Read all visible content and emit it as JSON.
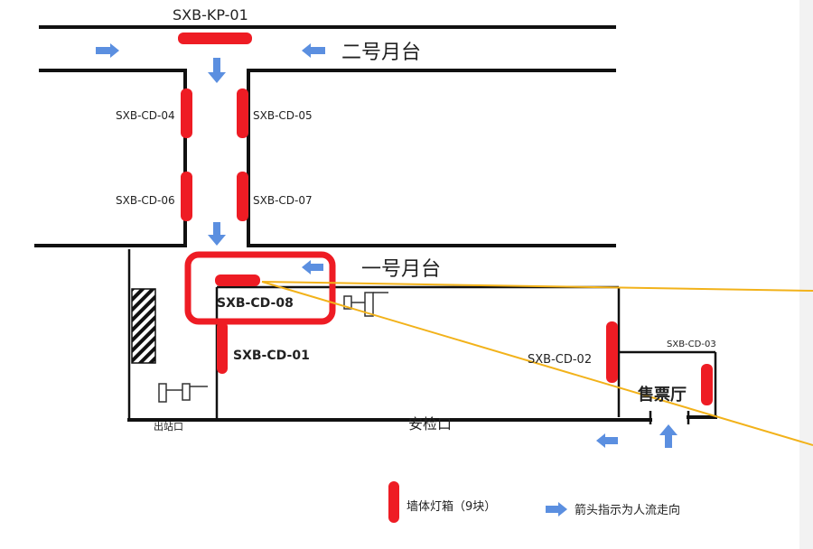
{
  "title_top": "SXB-KP-01",
  "platforms": {
    "platform_2": "二号月台",
    "platform_1": "一号月台"
  },
  "lightboxes": {
    "cd04": "SXB-CD-04",
    "cd05": "SXB-CD-05",
    "cd06": "SXB-CD-06",
    "cd07": "SXB-CD-07",
    "cd08": "SXB-CD-08",
    "cd01": "SXB-CD-01",
    "cd02": "SXB-CD-02",
    "cd03": "SXB-CD-03"
  },
  "areas": {
    "exit": "出站口",
    "security": "安检口",
    "ticket_hall": "售票厅"
  },
  "legend": {
    "lightbox": "墙体灯箱（9块）",
    "arrow": "箭头指示为人流走向"
  },
  "colors": {
    "lightbox": "#ee1c24",
    "arrow": "#5b8fe0",
    "highlight": "#ee1c24",
    "callout_line": "#f2b21a"
  }
}
